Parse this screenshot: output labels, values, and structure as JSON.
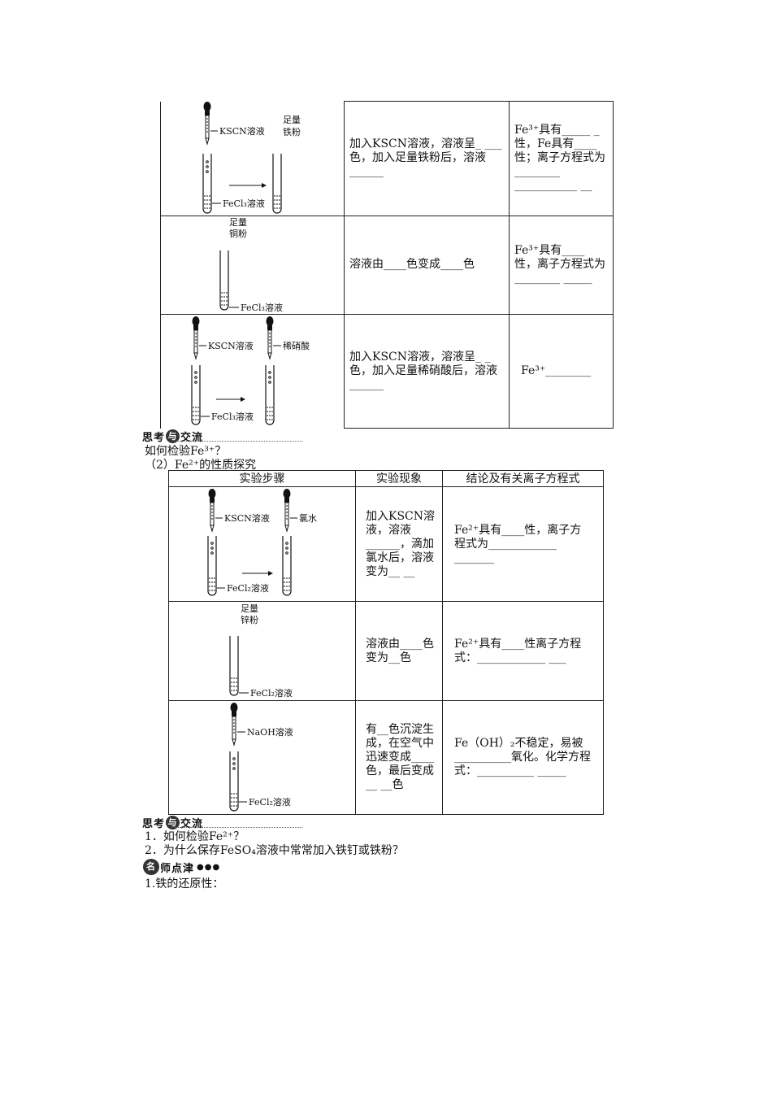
{
  "table1": {
    "rows": [
      {
        "labels": {
          "reagent": "KSCN溶液",
          "powder": "足量",
          "powder2": "铁粉",
          "solution": "FeCl₃溶液"
        },
        "phenomenon": "加入KSCN溶液，溶液呈_ ___色，加入足量铁粉后，溶液______",
        "conclusion": "Fe³⁺具有_____ _性，Fe具有____性；离子方程式为________ ___________ __"
      },
      {
        "labels": {
          "powder": "足量",
          "powder2": "铜粉",
          "solution": "FeCl₃溶液"
        },
        "phenomenon": "溶液由____色变成____色",
        "conclusion": "Fe³⁺具有____性，离子方程式为________ _____"
      },
      {
        "labels": {
          "reagent": "KSCN溶液",
          "reagent2": "稀硝酸",
          "solution": "FeCl₃溶液"
        },
        "phenomenon": "加入KSCN溶液，溶液呈_ _色，加入足量稀硝酸后，溶液______",
        "conclusion": "Fe³⁺________"
      }
    ]
  },
  "think1": {
    "banner": [
      "思",
      "考",
      "与",
      "交",
      "流"
    ],
    "question": "如何检验Fe³⁺？"
  },
  "section2_title": "（2）Fe²⁺的性质探究",
  "table2": {
    "headers": [
      "实验步骤",
      "实验现象",
      "结论及有关离子方程式"
    ],
    "rows": [
      {
        "labels": {
          "reagent": "KSCN溶液",
          "reagent2": "氯水",
          "solution": "FeCl₂溶液"
        },
        "phenomenon": "加入KSCN溶液，溶液______，滴加氯水后，溶液变为__ __",
        "conclusion": "Fe²⁺具有____性，离子方程式为____________ _______"
      },
      {
        "labels": {
          "powder": "足量",
          "powder2": "锌粉",
          "solution": "FeCl₂溶液"
        },
        "phenomenon": "溶液由____色变为__色",
        "conclusion": "Fe²⁺具有____性离子方程式：____________ ___"
      },
      {
        "labels": {
          "reagent": "NaOH溶液",
          "solution": "FeCl₂溶液"
        },
        "phenomenon": "有__色沉淀生成，在空气中迅速变成____色，最后变成__ __色",
        "conclusion": "Fe（OH）₂不稳定，易被__________氧化。化学方程式：__________ _____"
      }
    ]
  },
  "think2": {
    "banner": [
      "思",
      "考",
      "与",
      "交",
      "流"
    ],
    "q1": "1．如何检验Fe²⁺？",
    "q2": "2．为什么保存FeSO₄溶液中常常加入铁钉或铁粉？"
  },
  "teacher": {
    "banner": [
      "名",
      "师",
      "点",
      "津"
    ],
    "line": "1.铁的还原性："
  }
}
